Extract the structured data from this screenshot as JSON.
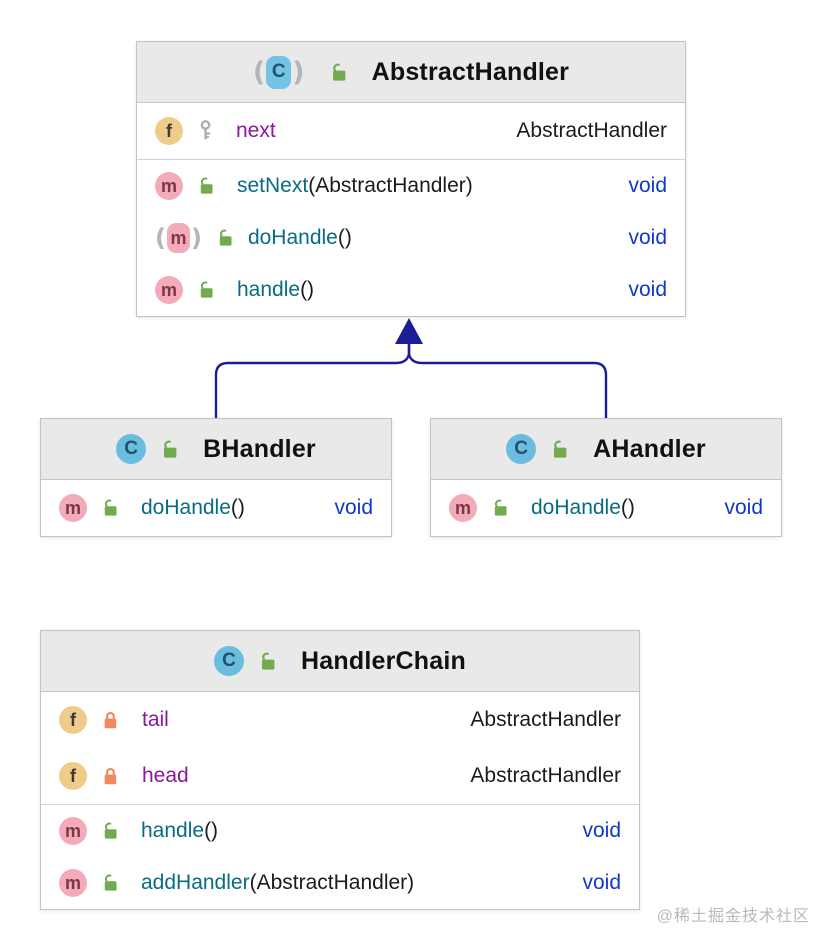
{
  "colors": {
    "header_bg": "#e9e9e9",
    "box_border": "#c3c3c3",
    "field_name": "#8a189c",
    "method_name": "#086c80",
    "keyword_void": "#1039c8",
    "arrow": "#1c1c94",
    "class_icon_blue": "#6bbde0",
    "field_icon_amber": "#f0cc8b",
    "method_icon_pink": "#f3abba",
    "open_lock_green": "#72ab4e",
    "closed_lock_orange": "#ef8a5f",
    "key_gray": "#a9aeb5"
  },
  "icons": {
    "class_letter": "C",
    "field_letter": "f",
    "method_letter": "m"
  },
  "watermark": "@稀土掘金技术社区",
  "classes": [
    {
      "name": "AbstractHandler",
      "kind": "abstract-class",
      "fields": [
        {
          "name": "next",
          "type": "AbstractHandler",
          "visibility": "key"
        }
      ],
      "methods": [
        {
          "name": "setNext",
          "params": "(AbstractHandler)",
          "returns": "void",
          "abstract": false
        },
        {
          "name": "doHandle",
          "params": "()",
          "returns": "void",
          "abstract": true
        },
        {
          "name": "handle",
          "params": "()",
          "returns": "void",
          "abstract": false
        }
      ]
    },
    {
      "name": "BHandler",
      "kind": "class",
      "fields": [],
      "methods": [
        {
          "name": "doHandle",
          "params": "()",
          "returns": "void",
          "abstract": false
        }
      ]
    },
    {
      "name": "AHandler",
      "kind": "class",
      "fields": [],
      "methods": [
        {
          "name": "doHandle",
          "params": "()",
          "returns": "void",
          "abstract": false
        }
      ]
    },
    {
      "name": "HandlerChain",
      "kind": "class",
      "fields": [
        {
          "name": "tail",
          "type": "AbstractHandler",
          "visibility": "private"
        },
        {
          "name": "head",
          "type": "AbstractHandler",
          "visibility": "private"
        }
      ],
      "methods": [
        {
          "name": "handle",
          "params": "()",
          "returns": "void",
          "abstract": false
        },
        {
          "name": "addHandler",
          "params": "(AbstractHandler)",
          "returns": "void",
          "abstract": false
        }
      ]
    }
  ],
  "relationships": [
    {
      "type": "inheritance",
      "from": "BHandler",
      "to": "AbstractHandler"
    },
    {
      "type": "inheritance",
      "from": "AHandler",
      "to": "AbstractHandler"
    }
  ]
}
